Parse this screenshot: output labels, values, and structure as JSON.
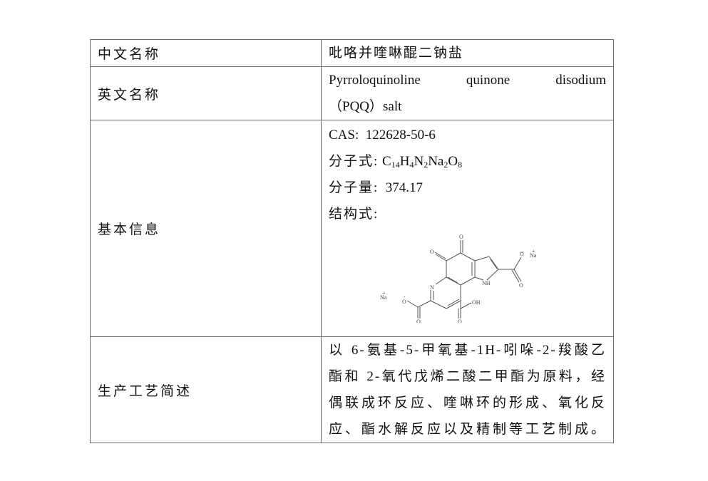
{
  "table": {
    "rows": [
      {
        "label": "中文名称",
        "value": "吡咯并喹啉醌二钠盐"
      },
      {
        "label": "英文名称",
        "value_line1": "Pyrroloquinoline    quinone    disodium",
        "value_line2": "（PQQ）salt"
      },
      {
        "label": "基本信息",
        "cas_label": "CAS:",
        "cas_value": "122628-50-6",
        "formula_label": "分子式:",
        "formula_parts": {
          "C": "C",
          "c_n": "14",
          "H": "H",
          "h_n": "4",
          "N": "N",
          "n_n": "2",
          "Na": "Na",
          "na_n": "2",
          "O": "O",
          "o_n": "8"
        },
        "mw_label": "分子量:",
        "mw_value": "374.17",
        "structure_label": "结构式:",
        "structure_atoms": {
          "o_top": "O",
          "o_left": "O",
          "n_ring": "N",
          "nh": "NH",
          "h": "H",
          "oh": "OH",
          "o_minus_right": "O",
          "na_right": "Na",
          "na_left": "Na",
          "o_minus_left": "O",
          "o_bottom_left": "O",
          "o_bottom_right": "O",
          "o_right_carbonyl": "O",
          "plus": "+",
          "minus": "-"
        }
      },
      {
        "label": "生产工艺简述",
        "lines": [
          "以 6-氨基-5-甲氧基-1H-吲哚-2-羧酸乙",
          "酯和 2-氧代戊烯二酸二甲酯为原料，经",
          "偶联成环反应、喹啉环的形成、氧化反",
          "应、酯水解反应以及精制等工艺制成。"
        ]
      }
    ]
  }
}
